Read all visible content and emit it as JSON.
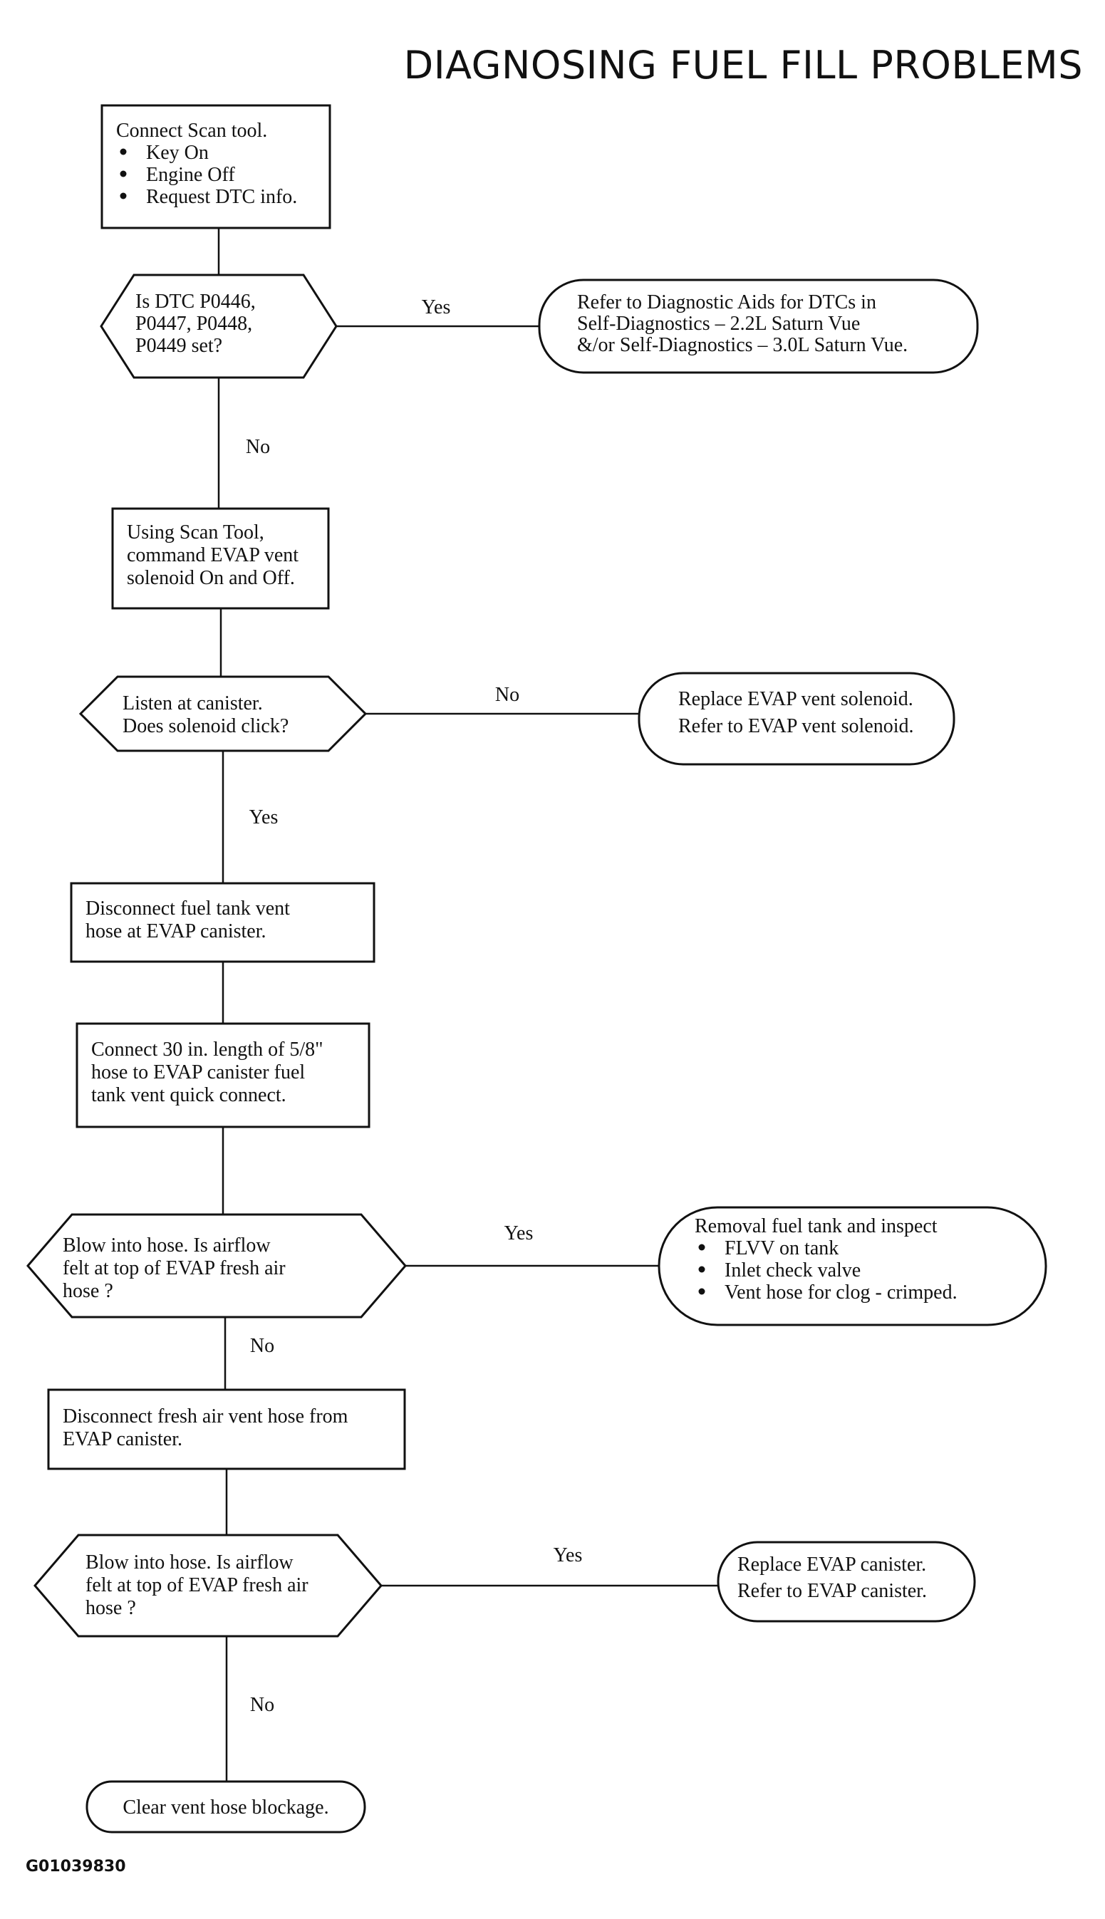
{
  "title": "DIAGNOSING FUEL FILL PROBLEMS",
  "figure_id": "G01039830",
  "nodes": {
    "n1": {
      "type": "box",
      "lines": [
        "Connect Scan tool."
      ],
      "bullets": [
        "Key On",
        "Engine Off",
        "Request DTC info."
      ]
    },
    "d1": {
      "type": "decision",
      "lines": [
        "Is DTC P0446,",
        "P0447, P0448,",
        "P0449 set?"
      ]
    },
    "r1": {
      "type": "terminal",
      "lines": [
        "Refer to Diagnostic Aids for DTCs in",
        "Self-Diagnostics – 2.2L Saturn Vue",
        "&/or Self-Diagnostics – 3.0L Saturn Vue."
      ]
    },
    "n2": {
      "type": "box",
      "lines": [
        "Using Scan Tool,",
        "command EVAP vent",
        "solenoid On and Off."
      ]
    },
    "d2": {
      "type": "decision",
      "lines": [
        "Listen at canister.",
        "Does solenoid click?"
      ]
    },
    "r2": {
      "type": "terminal",
      "lines": [
        "Replace EVAP  vent solenoid.",
        "Refer to EVAP  vent solenoid."
      ]
    },
    "n3": {
      "type": "box",
      "lines": [
        "Disconnect fuel tank vent",
        "hose at EVAP canister."
      ]
    },
    "n4": {
      "type": "box",
      "lines": [
        "Connect 30 in. length of 5/8\"",
        "hose to EVAP canister fuel",
        "tank vent quick connect."
      ]
    },
    "d3": {
      "type": "decision",
      "lines": [
        "Blow into hose. Is airflow",
        "felt at top of EVAP fresh air",
        "hose ?"
      ]
    },
    "r3": {
      "type": "terminal",
      "lines": [
        "Removal fuel tank and inspect"
      ],
      "bullets": [
        "FLVV on tank",
        "Inlet check valve",
        "Vent hose for clog - crimped."
      ]
    },
    "n5": {
      "type": "box",
      "lines": [
        "Disconnect fresh air vent hose from",
        "EVAP canister."
      ]
    },
    "d4": {
      "type": "decision",
      "lines": [
        "Blow into hose. Is airflow",
        "felt at top of EVAP fresh air",
        "hose ?"
      ]
    },
    "r4": {
      "type": "terminal",
      "lines": [
        "Replace EVAP canister.",
        "Refer to EVAP canister."
      ]
    },
    "t1": {
      "type": "terminal",
      "lines": [
        "Clear vent hose blockage."
      ]
    }
  },
  "edges": [
    {
      "from": "n1",
      "to": "d1",
      "label": ""
    },
    {
      "from": "d1",
      "to": "r1",
      "label": "Yes"
    },
    {
      "from": "d1",
      "to": "n2",
      "label": "No"
    },
    {
      "from": "n2",
      "to": "d2",
      "label": ""
    },
    {
      "from": "d2",
      "to": "r2",
      "label": "No"
    },
    {
      "from": "d2",
      "to": "n3",
      "label": "Yes"
    },
    {
      "from": "n3",
      "to": "n4",
      "label": ""
    },
    {
      "from": "n4",
      "to": "d3",
      "label": ""
    },
    {
      "from": "d3",
      "to": "r3",
      "label": "Yes"
    },
    {
      "from": "d3",
      "to": "n5",
      "label": "No"
    },
    {
      "from": "n5",
      "to": "d4",
      "label": ""
    },
    {
      "from": "d4",
      "to": "r4",
      "label": "Yes"
    },
    {
      "from": "d4",
      "to": "t1",
      "label": "No"
    }
  ]
}
